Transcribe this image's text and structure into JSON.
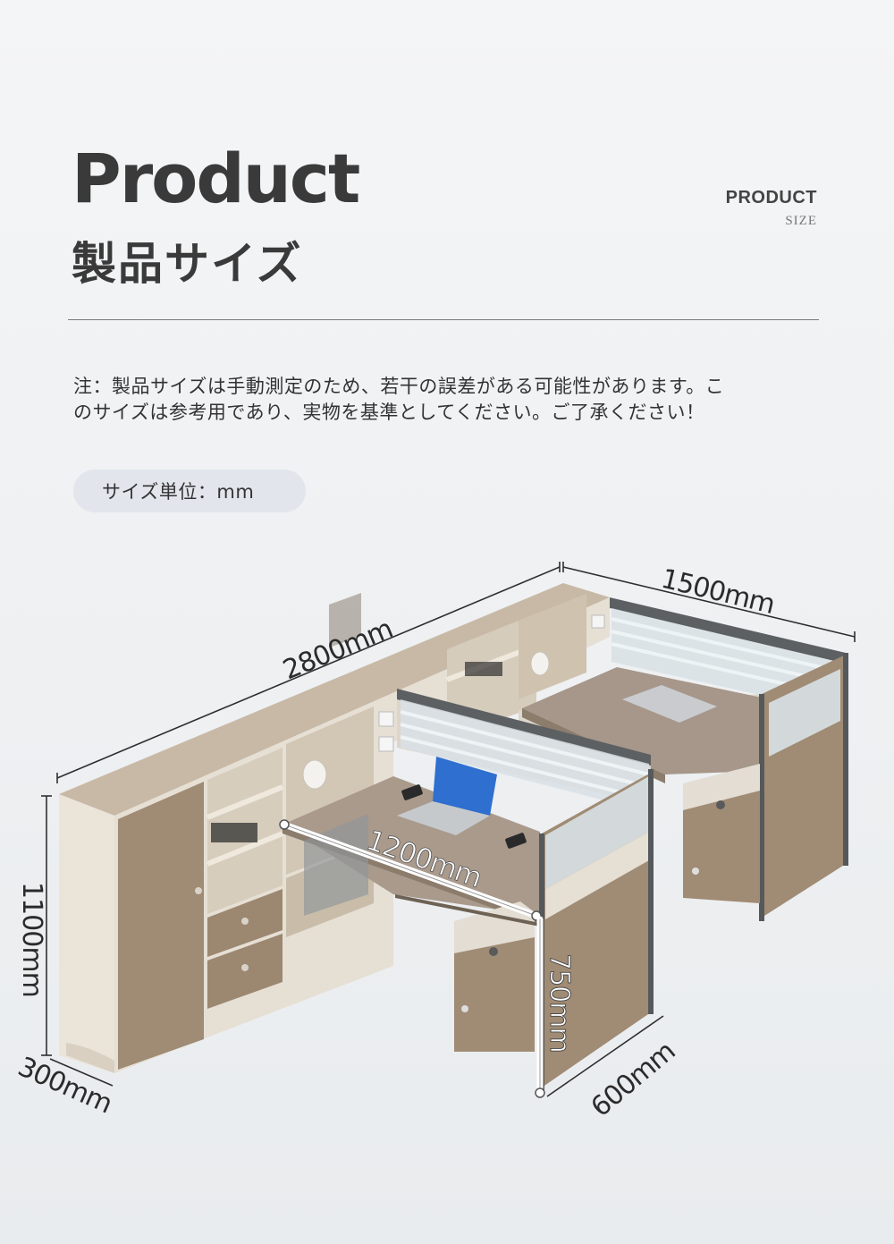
{
  "header": {
    "title": "Product",
    "subtitle": "製品サイズ",
    "side_label_top": "PRODUCT",
    "side_label_bottom": "SIZE"
  },
  "note": "注：製品サイズは手動測定のため、若干の誤差がある可能性があります。このサイズは参考用であり、実物を基準としてください。ご了承ください！",
  "unit_label": "サイズ単位：mm",
  "dimensions": {
    "cabinet_length": "2800mm",
    "side_desk_length": "1500mm",
    "desk_width": "1200mm",
    "cabinet_height": "1100mm",
    "desk_height": "750mm",
    "desk_depth": "600mm",
    "cabinet_depth": "300mm"
  }
}
